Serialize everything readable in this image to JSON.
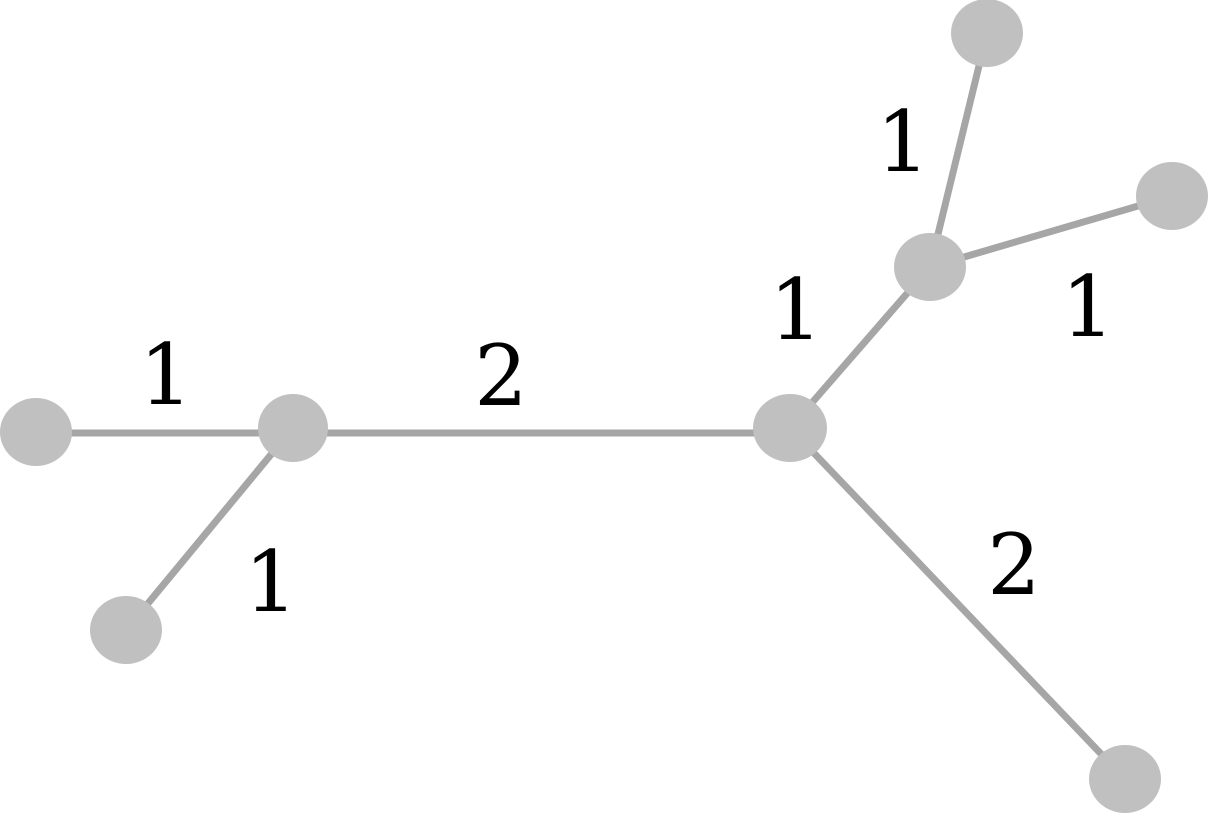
{
  "diagram": {
    "edges": [
      {
        "id": "A-B",
        "weight": "1"
      },
      {
        "id": "B-C",
        "weight": "1"
      },
      {
        "id": "B-D",
        "weight": "2"
      },
      {
        "id": "D-E",
        "weight": "1"
      },
      {
        "id": "E-F",
        "weight": "1"
      },
      {
        "id": "E-G",
        "weight": "1"
      },
      {
        "id": "D-H",
        "weight": "2"
      }
    ]
  }
}
